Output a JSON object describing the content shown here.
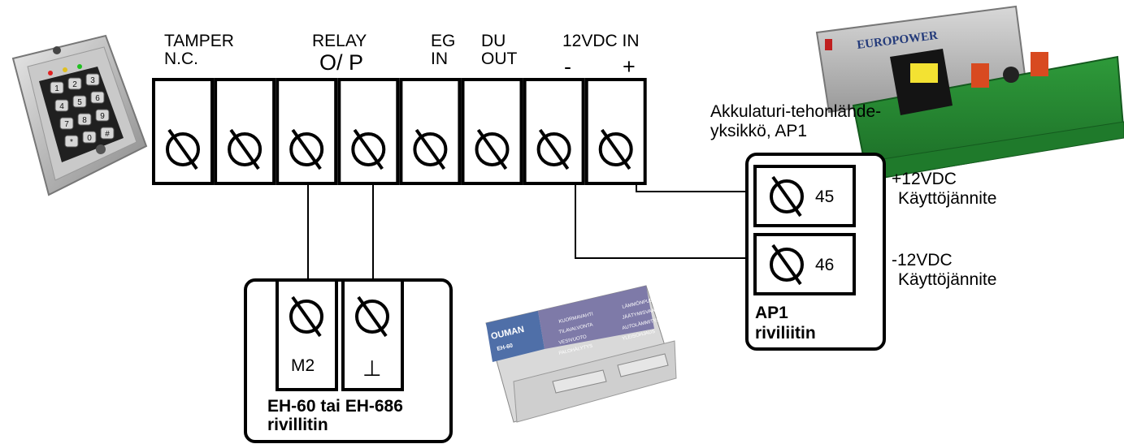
{
  "top_terminals": [
    {
      "line1": "TAMPER",
      "line2": "N.C."
    },
    {
      "line1": "RELAY",
      "line2": "O/ P"
    },
    {
      "line1": "EG",
      "line2": "IN"
    },
    {
      "line1": "DU",
      "line2": "OUT"
    },
    {
      "line1": "12VDC IN",
      "minus": "-",
      "plus": "+"
    }
  ],
  "ap1": {
    "caption_line1": "Akkulaturi-tehonlähde-",
    "caption_line2": "yksikkö,  AP1",
    "terminal_45": "45",
    "terminal_46": "46",
    "pos_volt": "+12VDC",
    "pos_desc": "Käyttöjännite",
    "neg_volt": "-12VDC",
    "neg_desc": "Käyttöjännite",
    "block_title_line1": "AP1",
    "block_title_line2": "riviliitin"
  },
  "eh": {
    "terminal_m2": "M2",
    "terminal_ground": "⊥",
    "block_title_line1": "EH-60 tai EH-686",
    "block_title_line2": "rivillitin"
  },
  "eh_device": {
    "brand": "OUMAN",
    "model": "EH-60",
    "labels": [
      "KUORMAVAHTI",
      "TILAVALVONTA",
      "VESIVUOTO",
      "PALOHÄLYTYS",
      "LÄMMÖNPUDOTUS",
      "JÄÄTYMISVAARA",
      "AUTOLÄMMITYS",
      "YLEISOHJAUS"
    ]
  },
  "battery": {
    "brand": "EUROPOWER"
  },
  "keypad": {
    "keys": [
      "1",
      "2",
      "3",
      "4",
      "5",
      "6",
      "7",
      "8",
      "9",
      "*",
      "0",
      "#"
    ]
  }
}
